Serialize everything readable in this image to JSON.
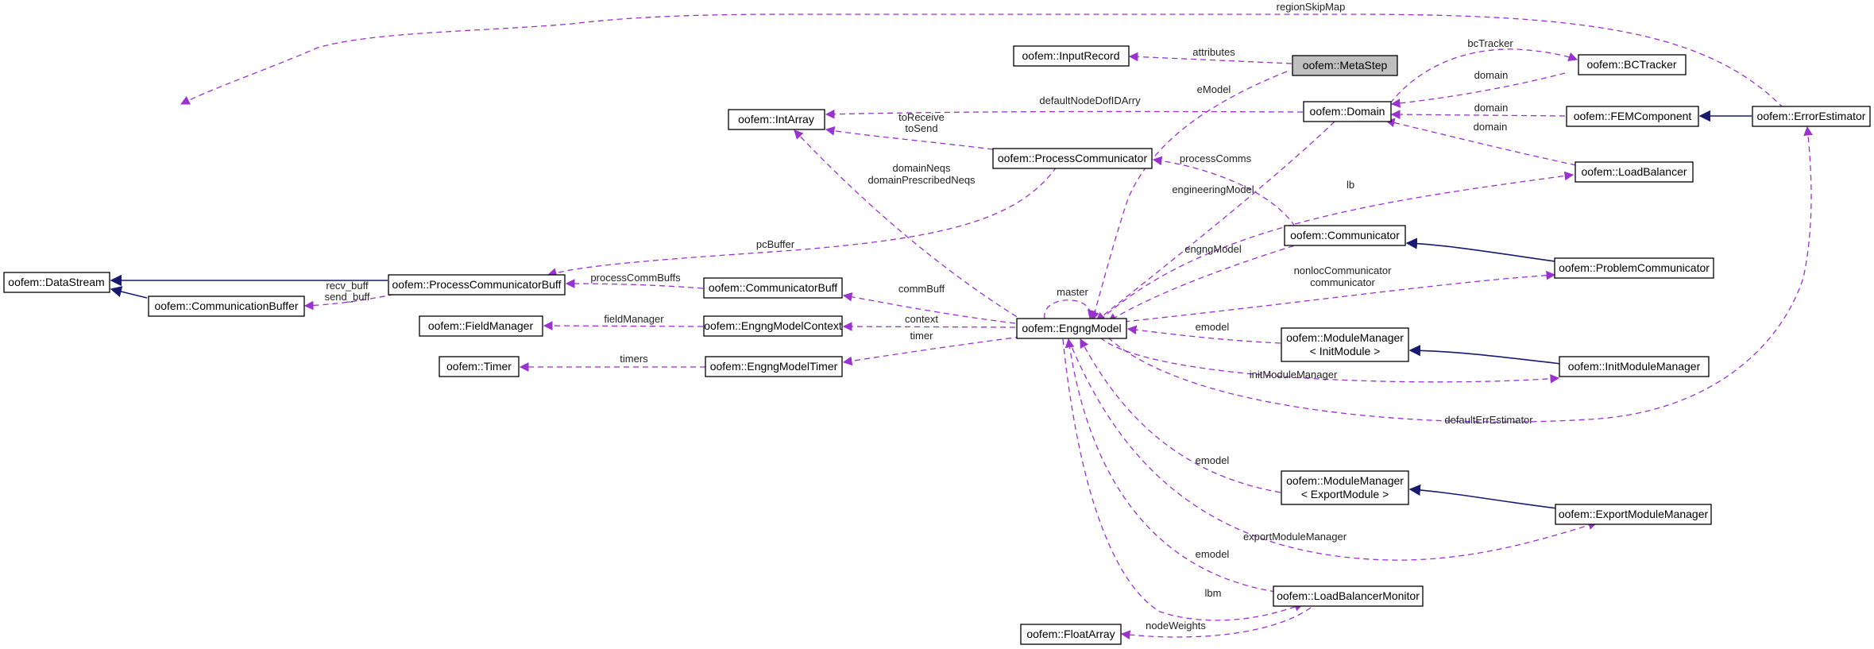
{
  "colors": {
    "usage_edge": "#9a32cd",
    "inheritance_edge": "#191970",
    "highlight_fill": "#bfbfbf"
  },
  "nodes": {
    "metastep": "oofem::MetaStep",
    "inputrecord": "oofem::InputRecord",
    "intarray": "oofem::IntArray",
    "bctracker": "oofem::BCTracker",
    "domain": "oofem::Domain",
    "femcomponent": "oofem::FEMComponent",
    "errorestimator": "oofem::ErrorEstimator",
    "processcommunicator": "oofem::ProcessCommunicator",
    "loadbalancer": "oofem::LoadBalancer",
    "communicator": "oofem::Communicator",
    "problemcommunicator": "oofem::ProblemCommunicator",
    "datastream": "oofem::DataStream",
    "processcommunicatorbuff": "oofem::ProcessCommunicatorBuff",
    "communicatorbuff": "oofem::CommunicatorBuff",
    "communicationbuffer": "oofem::CommunicationBuffer",
    "fieldmanager": "oofem::FieldManager",
    "engngmodelcontext": "oofem::EngngModelContext",
    "engngmodel": "oofem::EngngModel",
    "timer": "oofem::Timer",
    "engngmodeltimer": "oofem::EngngModelTimer",
    "modulemanager_init_1": "oofem::ModuleManager",
    "modulemanager_init_2": "< InitModule >",
    "initmodulemanager": "oofem::InitModuleManager",
    "modulemanager_export_1": "oofem::ModuleManager",
    "modulemanager_export_2": "< ExportModule >",
    "exportmodulemanager": "oofem::ExportModuleManager",
    "loadbalancermonitor": "oofem::LoadBalancerMonitor",
    "floatarray": "oofem::FloatArray"
  },
  "edge_labels": {
    "regionskipmap": "regionSkipMap",
    "attributes": "attributes",
    "bctracker": "bcTracker",
    "domain_bc": "domain",
    "emodel_meta": "eModel",
    "defaultnodedofidarry": "defaultNodeDofIDArry",
    "domain_fem": "domain",
    "domain_lb": "domain",
    "toreceive": "toReceive",
    "tosend": "toSend",
    "processcomms": "processComms",
    "domainneqs": "domainNeqs",
    "domainprescribedneqs": "domainPrescribedNeqs",
    "engineeringmodel": "engineeringModel",
    "lb": "lb",
    "pcbuffer": "pcBuffer",
    "engngmodel_comm": "engngModel",
    "processcommbuffs": "processCommBuffs",
    "recv_buff": "recv_buff",
    "send_buff": "send_buff",
    "commbuff": "commBuff",
    "master": "master",
    "nonloccommunicator": "nonlocCommunicator",
    "communicator": "communicator",
    "fieldmanager": "fieldManager",
    "context": "context",
    "timer": "timer",
    "timers": "timers",
    "emodel_init": "emodel",
    "initmodulemanager": "initModuleManager",
    "defaulterrestimator": "defaultErrEstimator",
    "emodel_export": "emodel",
    "exportmodulemanager": "exportModuleManager",
    "emodel_lbm": "emodel",
    "lbm": "lbm",
    "nodeweights": "nodeWeights"
  }
}
